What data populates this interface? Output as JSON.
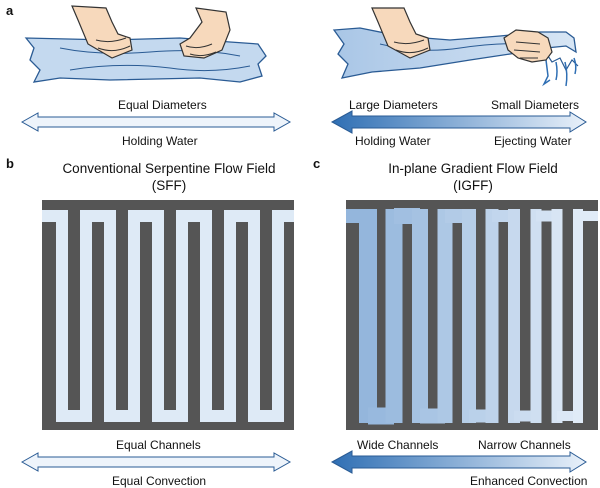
{
  "panels": {
    "a": {
      "letter": "a",
      "left": {
        "top_label": "Equal Diameters",
        "bottom_label": "Holding Water"
      },
      "right": {
        "top_left_label": "Large Diameters",
        "top_right_label": "Small Diameters",
        "bottom_left_label": "Holding Water",
        "bottom_right_label": "Ejecting Water"
      }
    },
    "b": {
      "letter": "b",
      "title_line1": "Conventional Serpentine Flow Field",
      "title_line2": "(SFF)",
      "top_label": "Equal Channels",
      "bottom_label": "Equal Convection"
    },
    "c": {
      "letter": "c",
      "title_line1": "In-plane Gradient Flow Field",
      "title_line2": "(IGFF)",
      "top_left_label": "Wide Channels",
      "top_right_label": "Narrow Channels",
      "bottom_label": "Enhanced Convection"
    }
  },
  "colors": {
    "plate": "#555555",
    "channel_light": "#deeaf6",
    "channel_dark": "#94b6dc",
    "arrow_dark": "#2f6fb4",
    "towel": "#bcd3ed",
    "skin": "#f7d9bc"
  }
}
